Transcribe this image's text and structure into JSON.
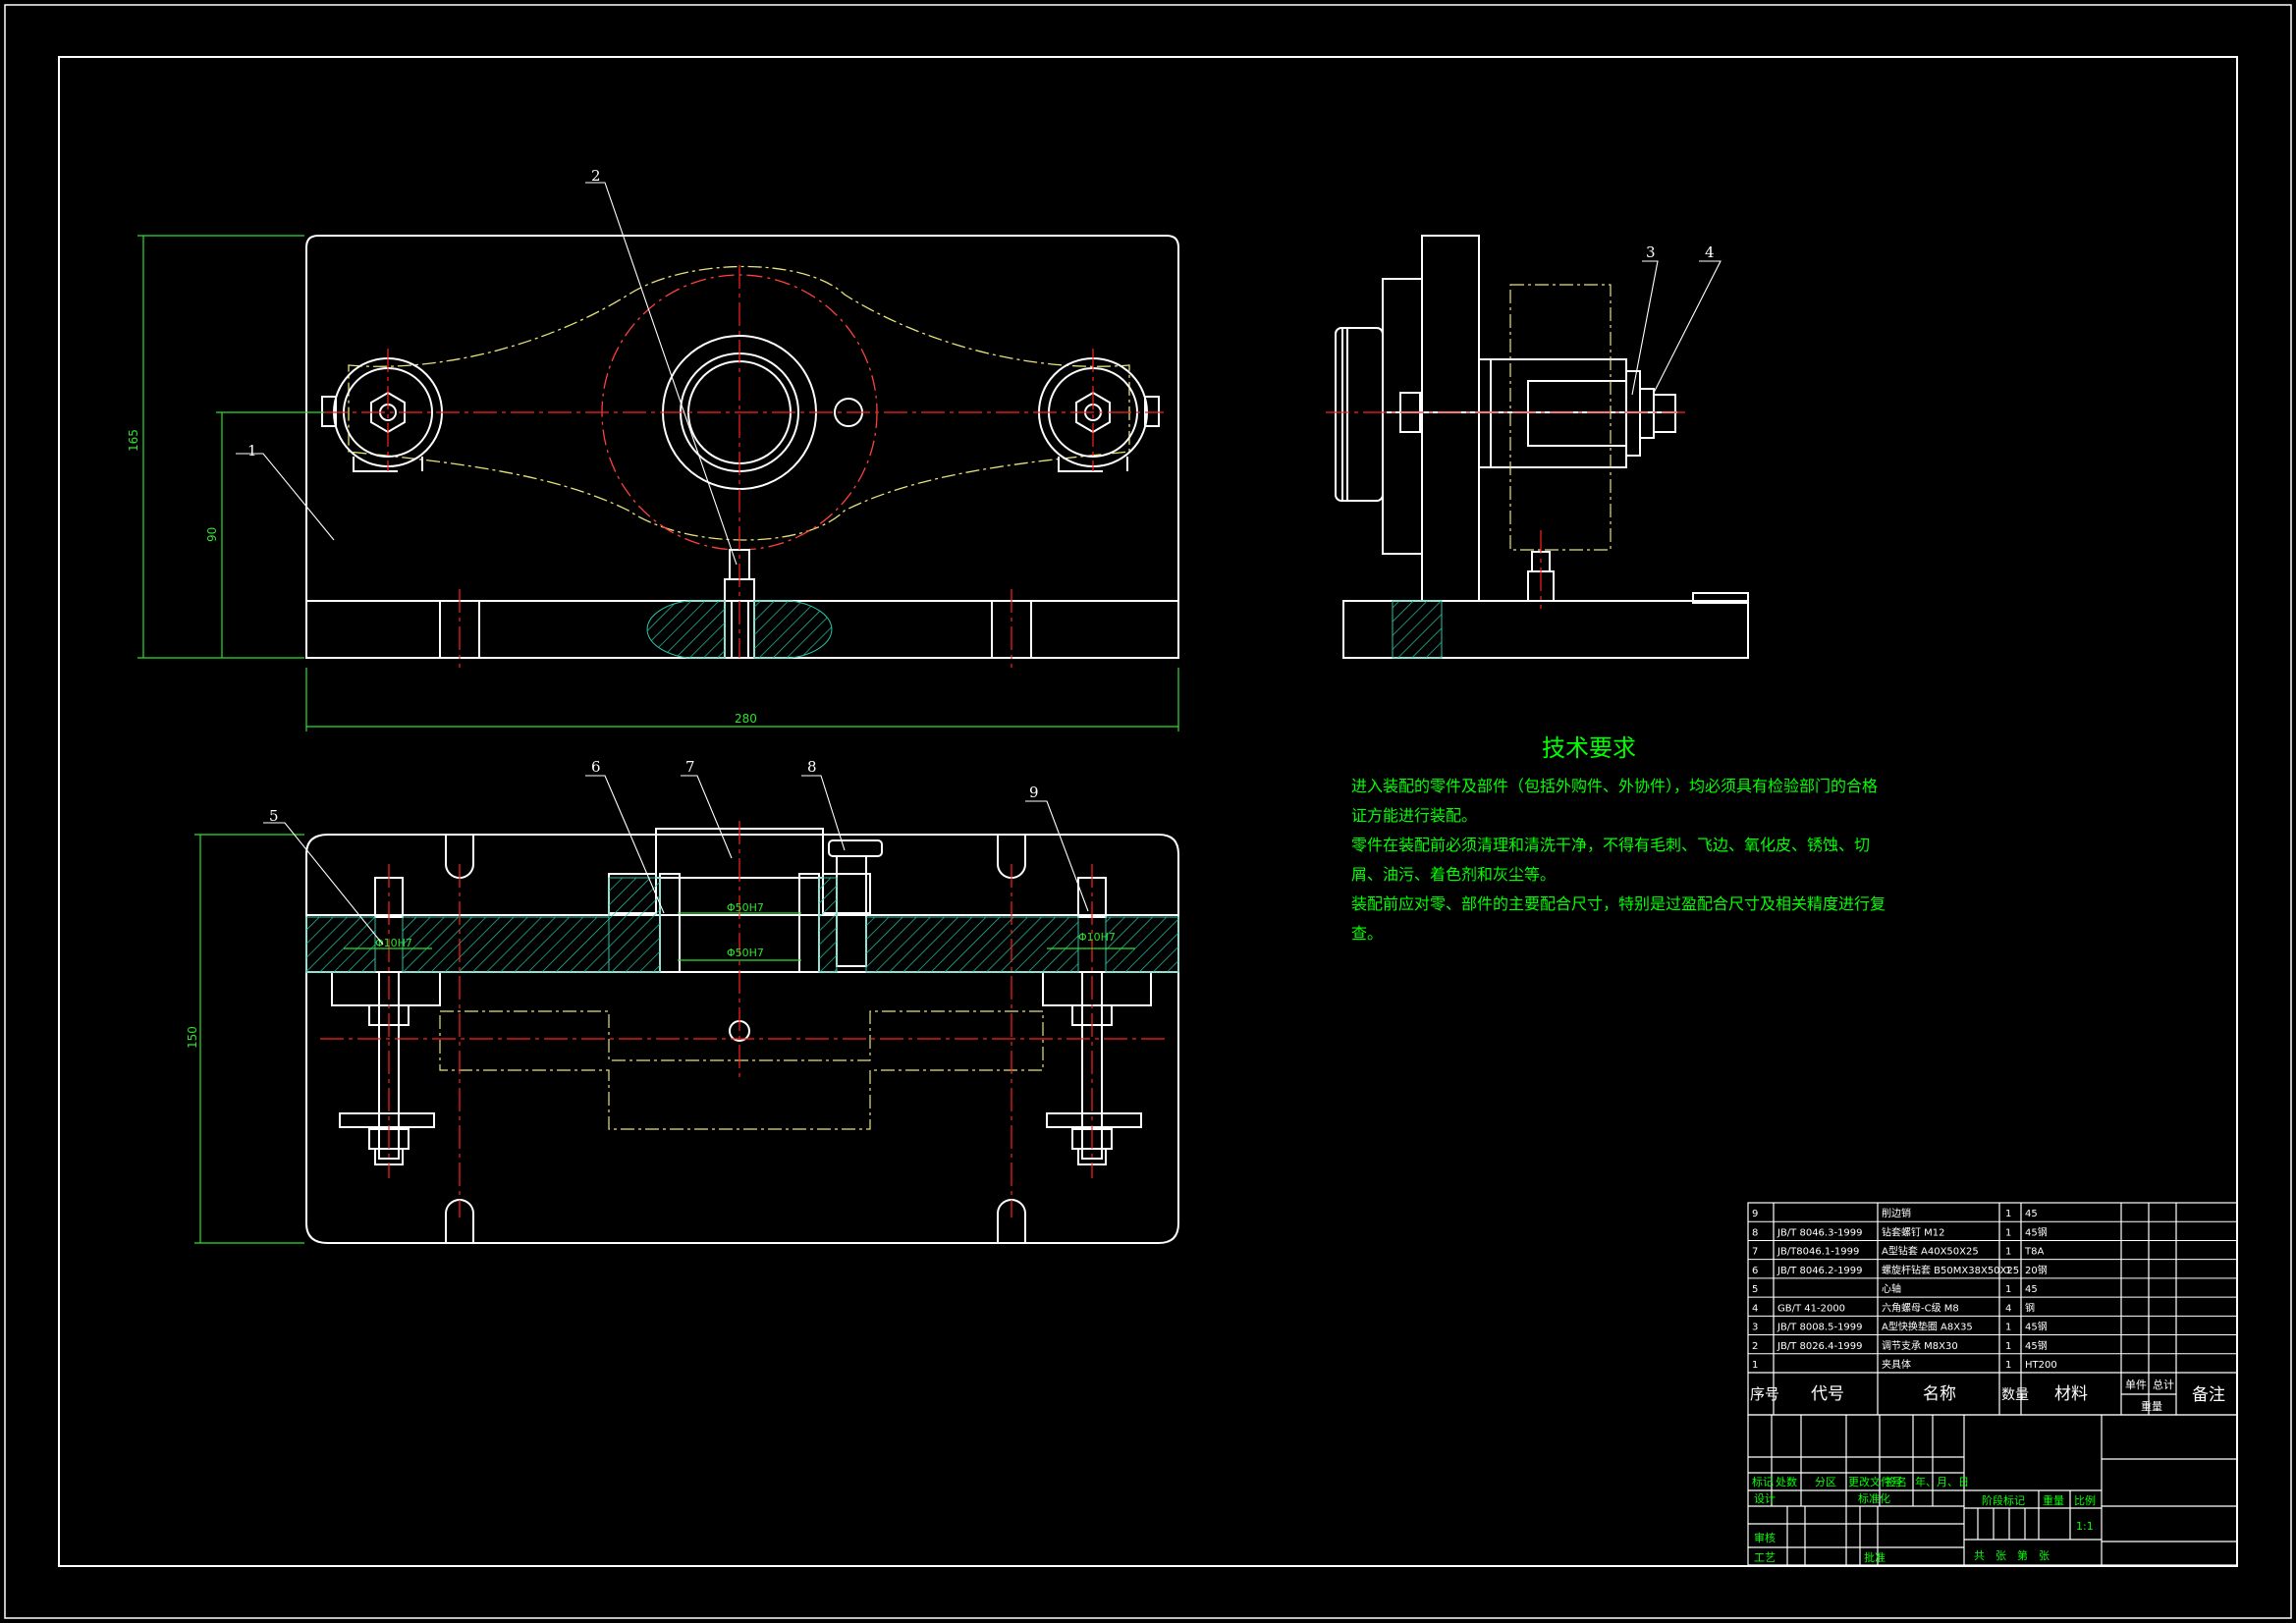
{
  "balloons": [
    "1",
    "2",
    "3",
    "4",
    "5",
    "6",
    "7",
    "8",
    "9"
  ],
  "dimensions": {
    "front_width": "280",
    "front_height": "165",
    "front_center_height": "90",
    "top_height": "150",
    "fit_left": "Φ10H7",
    "fit_right": "Φ10H7",
    "fit_upper": "Φ50H7",
    "fit_lower": "Φ50H7"
  },
  "tech": {
    "title": "技术要求",
    "lines": [
      "进入装配的零件及部件（包括外购件、外协件），均必须具有检验部门的合格",
      "证方能进行装配。",
      "零件在装配前必须清理和清洗干净，不得有毛刺、飞边、氧化皮、锈蚀、切",
      "屑、油污、着色剂和灰尘等。",
      "装配前应对零、部件的主要配合尺寸，特别是过盈配合尺寸及相关精度进行复",
      "查。"
    ]
  },
  "bom": {
    "rows": [
      {
        "no": "9",
        "code": "",
        "name": "削边销",
        "qty": "1",
        "material": "45",
        "note": ""
      },
      {
        "no": "8",
        "code": "JB/T 8046.3-1999",
        "name": "钻套螺钉 M12",
        "qty": "1",
        "material": "45钢",
        "note": ""
      },
      {
        "no": "7",
        "code": "JB/T8046.1-1999",
        "name": "A型钻套 A40X50X25",
        "qty": "1",
        "material": "T8A",
        "note": ""
      },
      {
        "no": "6",
        "code": "JB/T 8046.2-1999",
        "name": "螺旋杆钻套 B50MX38X50X25",
        "qty": "1",
        "material": "20钢",
        "note": ""
      },
      {
        "no": "5",
        "code": "",
        "name": "心轴",
        "qty": "1",
        "material": "45",
        "note": ""
      },
      {
        "no": "4",
        "code": "GB/T 41-2000",
        "name": "六角螺母-C级 M8",
        "qty": "4",
        "material": "钢",
        "note": ""
      },
      {
        "no": "3",
        "code": "JB/T 8008.5-1999",
        "name": "A型快换垫圈 A8X35",
        "qty": "1",
        "material": "45钢",
        "note": ""
      },
      {
        "no": "2",
        "code": "JB/T 8026.4-1999",
        "name": "调节支承 M8X30",
        "qty": "1",
        "material": "45钢",
        "note": ""
      },
      {
        "no": "1",
        "code": "",
        "name": "夹具体",
        "qty": "1",
        "material": "HT200",
        "note": ""
      }
    ],
    "headers": {
      "no": "序号",
      "code": "代号",
      "name": "名称",
      "qty": "数量",
      "material": "材料",
      "unit_weight": "单件",
      "total_weight": "总计",
      "weight": "重量",
      "note": "备注"
    }
  },
  "title_block": {
    "row_labels": [
      "标记",
      "处数",
      "分区",
      "更改文件号",
      "签名",
      "年、月、日"
    ],
    "design": "设计",
    "standard": "标准化",
    "check": "审核",
    "process": "工艺",
    "approve": "批准",
    "stage": "阶段标记",
    "mass": "重量",
    "scale_label": "比例",
    "scale": "1:1",
    "sheets": "共　张　第　张"
  },
  "colors": {
    "outline": "#ffffff",
    "center": "#ff2020",
    "hatch": "#26c5a8",
    "dim": "#2ee02e",
    "part": "#e8e27a",
    "text": "#00ff00",
    "frame": "#ffffff"
  }
}
